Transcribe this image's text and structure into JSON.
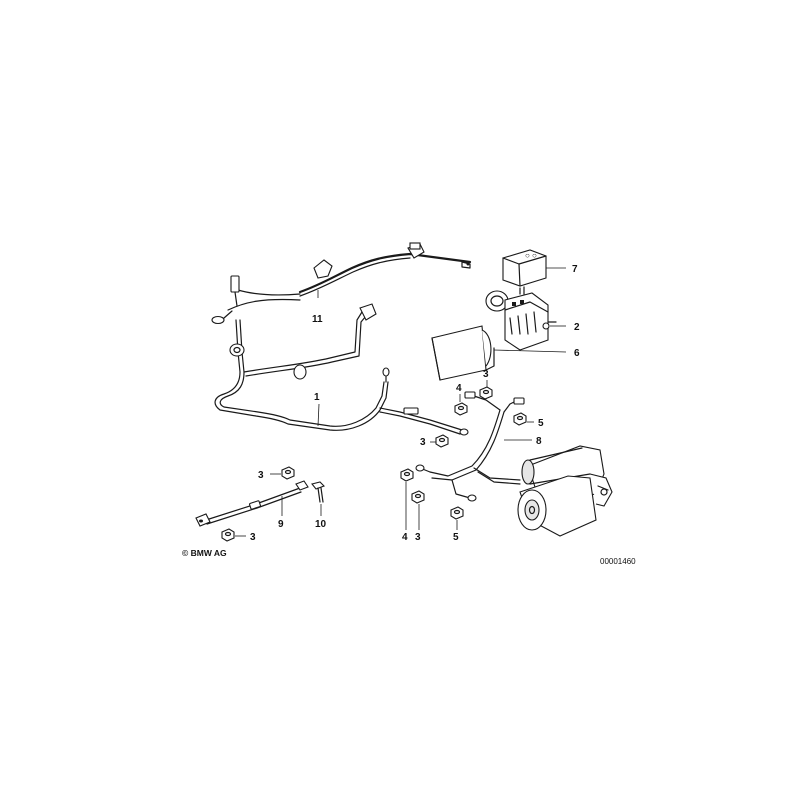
{
  "diagram": {
    "copyright": "© BMW AG",
    "image_number": "00001460",
    "callouts": {
      "c1": "1",
      "c2": "2",
      "c3a": "3",
      "c3b": "3",
      "c3c": "3",
      "c3d": "3",
      "c3e": "3",
      "c4a": "4",
      "c4b": "4",
      "c5a": "5",
      "c5b": "5",
      "c6": "6",
      "c7": "7",
      "c8": "8",
      "c9": "9",
      "c10": "10",
      "c11": "11"
    }
  }
}
